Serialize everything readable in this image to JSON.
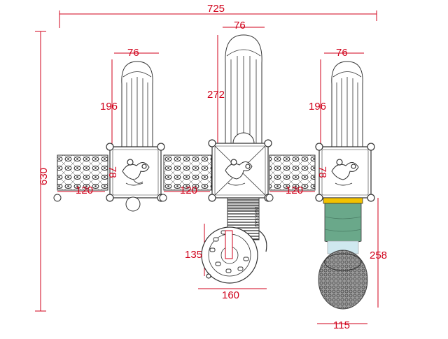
{
  "dimensions": {
    "overall_width": "725",
    "overall_height": "630",
    "left_tower_width": "76",
    "center_tower_width": "76",
    "right_tower_width": "76",
    "left_tower_height": "196",
    "center_tower_height": "272",
    "right_tower_height": "196",
    "left_deck": "78",
    "right_deck": "78",
    "bridge_left": "120",
    "bridge_center": "120",
    "bridge_right": "120",
    "wheel_height": "135",
    "wheel_width": "160",
    "tube_height": "258",
    "tube_width": "115"
  },
  "labels": {
    "panel_text": "PARKSAN"
  },
  "colors": {
    "dimension": "#d0021b",
    "outline": "#333333",
    "tube_green": "#6aa88a",
    "tube_yellow": "#f2c200",
    "tube_base": "#8a8a8a",
    "tube_light": "#cfe8ef"
  }
}
